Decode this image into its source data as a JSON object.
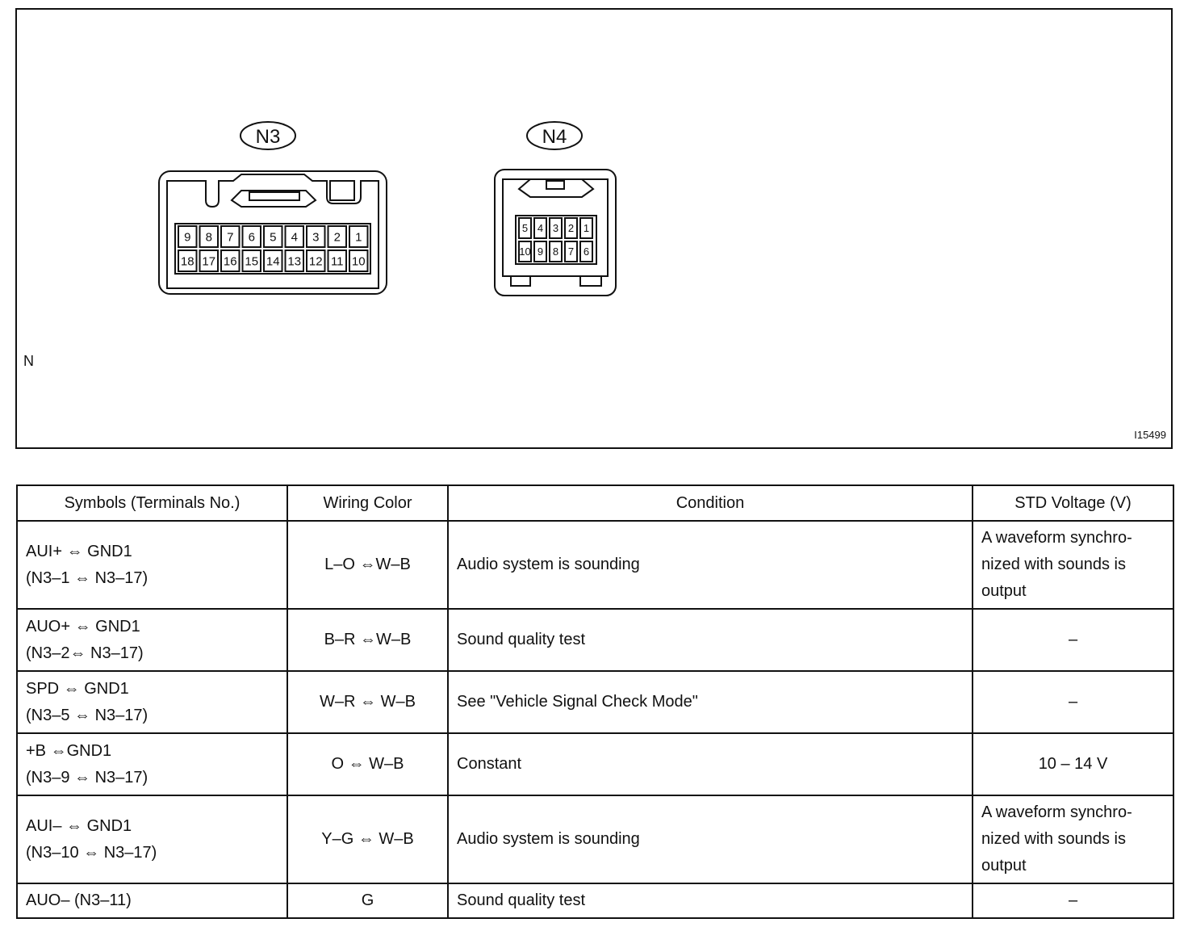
{
  "figure": {
    "connector_n3": {
      "label": "N3",
      "pins_top": [
        "9",
        "8",
        "7",
        "6",
        "5",
        "4",
        "3",
        "2",
        "1"
      ],
      "pins_bottom": [
        "18",
        "17",
        "16",
        "15",
        "14",
        "13",
        "12",
        "11",
        "10"
      ]
    },
    "connector_n4": {
      "label": "N4",
      "pins_top": [
        "5",
        "4",
        "3",
        "2",
        "1"
      ],
      "pins_bottom": [
        "10",
        "9",
        "8",
        "7",
        "6"
      ]
    },
    "side_label": "N",
    "figure_id": "I15499"
  },
  "table": {
    "headers": {
      "symbols": "Symbols (Terminals No.)",
      "wiring": "Wiring Color",
      "condition": "Condition",
      "voltage": "STD Voltage (V)"
    },
    "rows": [
      {
        "symbol_line1": "AUI+ ⇔  GND1",
        "symbol_line2": "(N3–1 ⇔ N3–17)",
        "wiring": "L–O ⇔W–B",
        "condition": "Audio system is sounding",
        "voltage_line1": "A waveform synchro-",
        "voltage_line2": "nized with sounds is",
        "voltage_line3": "output"
      },
      {
        "symbol_line1": "AUO+ ⇔  GND1",
        "symbol_line2": "(N3–2⇔ N3–17)",
        "wiring": "B–R ⇔W–B",
        "condition": "Sound quality test",
        "voltage": "–"
      },
      {
        "symbol_line1": "SPD ⇔ GND1",
        "symbol_line2": "(N3–5 ⇔ N3–17)",
        "wiring": "W–R ⇔ W–B",
        "condition": "See \"Vehicle Signal Check Mode\"",
        "voltage": "–"
      },
      {
        "symbol_line1": "+B  ⇔GND1",
        "symbol_line2": "(N3–9 ⇔ N3–17)",
        "wiring": "O ⇔ W–B",
        "condition": "Constant",
        "voltage": "10 – 14 V"
      },
      {
        "symbol_line1": "AUI– ⇔ GND1",
        "symbol_line2": "(N3–10 ⇔ N3–17)",
        "wiring": "Y–G ⇔ W–B",
        "condition": "Audio system is sounding",
        "voltage_line1": "A waveform synchro-",
        "voltage_line2": "nized with sounds is",
        "voltage_line3": "output"
      },
      {
        "symbol_line1": "AUO– (N3–11)",
        "wiring": "G",
        "condition": "Sound quality test",
        "voltage": "–"
      }
    ]
  }
}
